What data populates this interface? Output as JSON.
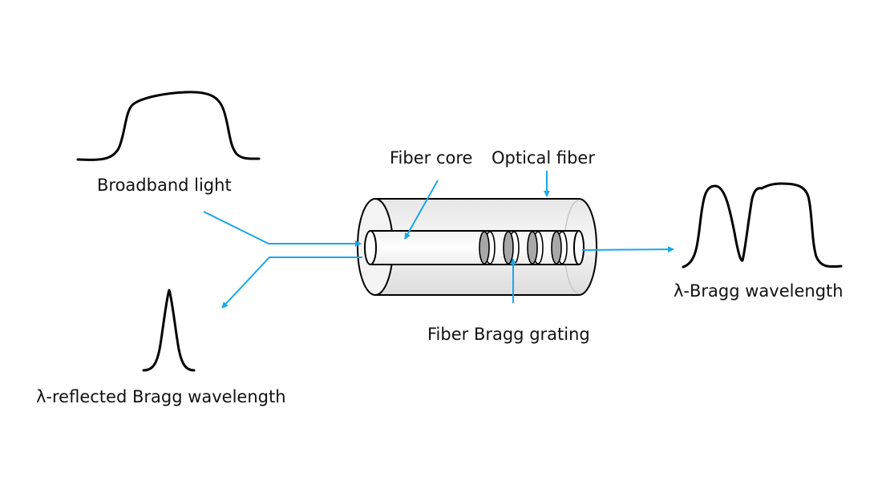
{
  "title": "Fiber Bragg grating working principle",
  "colors": {
    "arrow": "#1aa7e8",
    "line": "#000000",
    "fiber_fill": "#eeeeee",
    "grating_fill": "#a8a8a8"
  },
  "labels": {
    "broadband_light": "Broadband light",
    "reflected": "λ-reflected Bragg wavelength",
    "fiber_core": "Fiber core",
    "optical_fiber": "Optical fiber",
    "grating": "Fiber Bragg grating",
    "transmitted": "λ-Bragg wavelength"
  },
  "grating": {
    "count": 4
  }
}
